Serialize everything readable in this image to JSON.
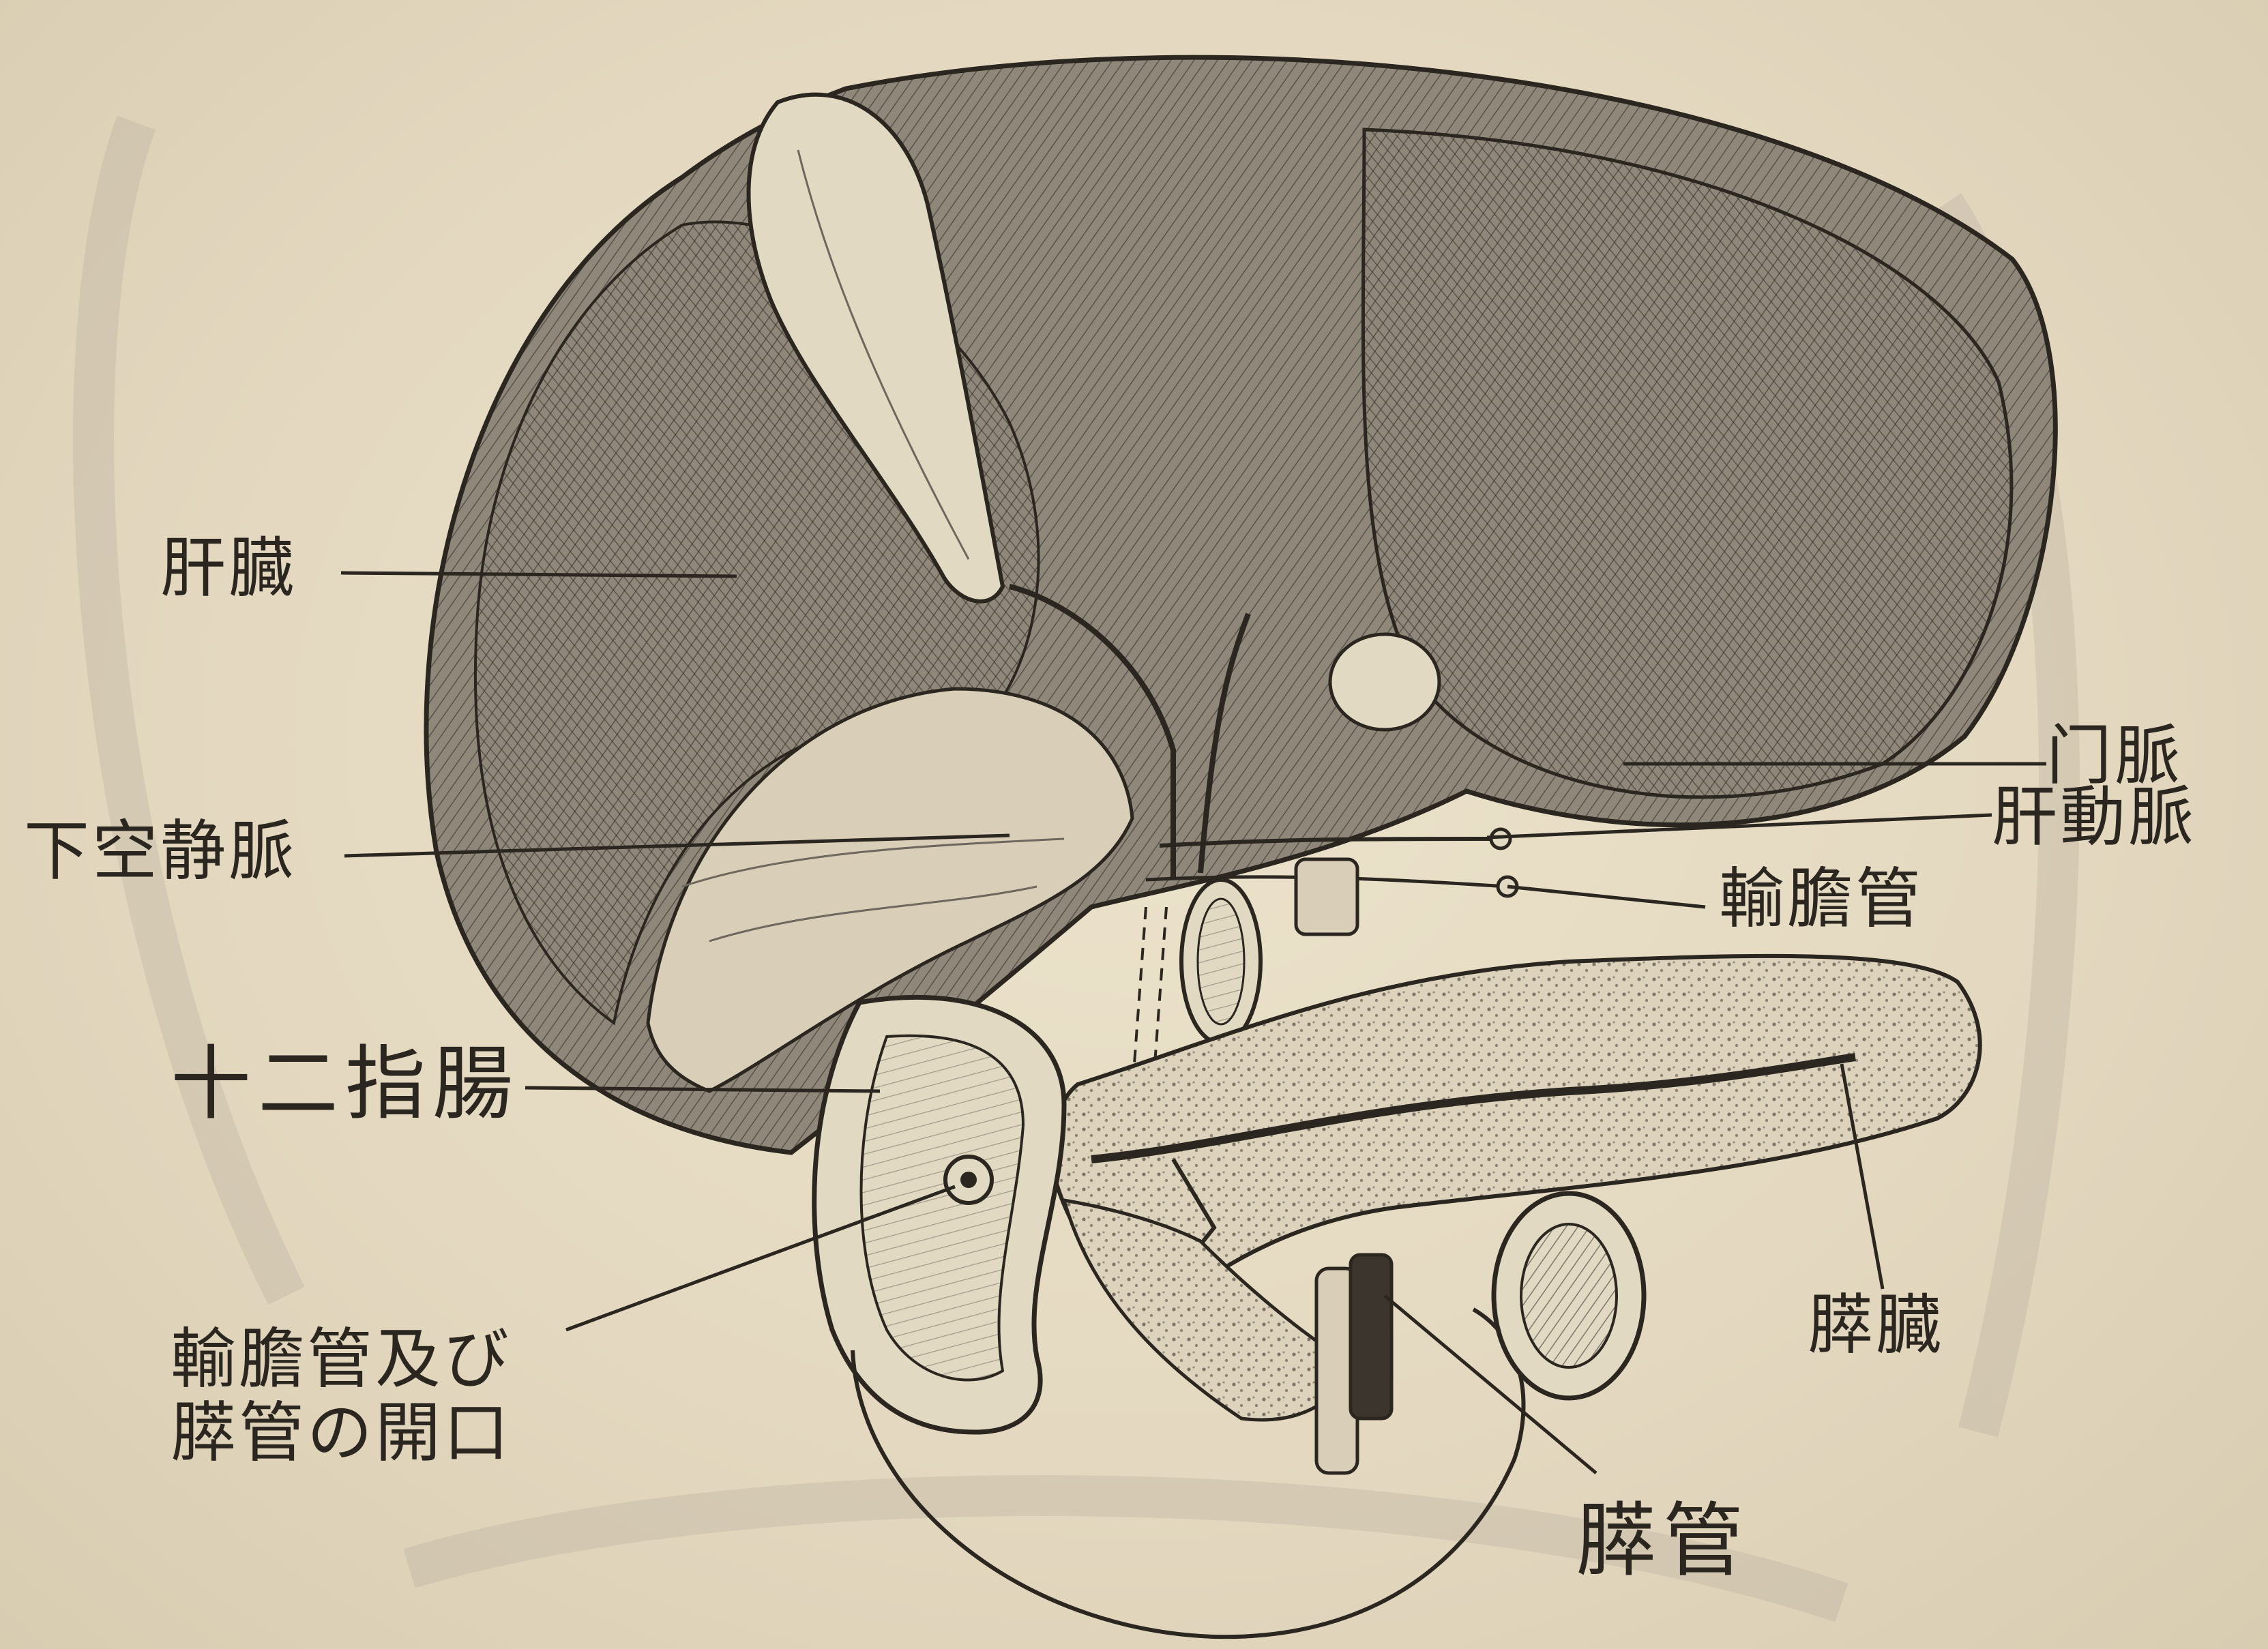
{
  "labels": {
    "liver": "肝臓",
    "inferior_vena_cava": "下空静脈",
    "duodenum": "十二指腸",
    "bile_pancreatic_opening_line1": "輸膽管及び",
    "bile_pancreatic_opening_line2": "膵管の開口",
    "portal_vein": "门脈",
    "hepatic_artery": "肝動脈",
    "bile_duct": "輸膽管",
    "pancreas": "膵臓",
    "pancreatic_duct": "膵管"
  },
  "colors": {
    "paper": "#e6dcc4",
    "ink": "#2b2620",
    "shade": "#6e675d"
  }
}
